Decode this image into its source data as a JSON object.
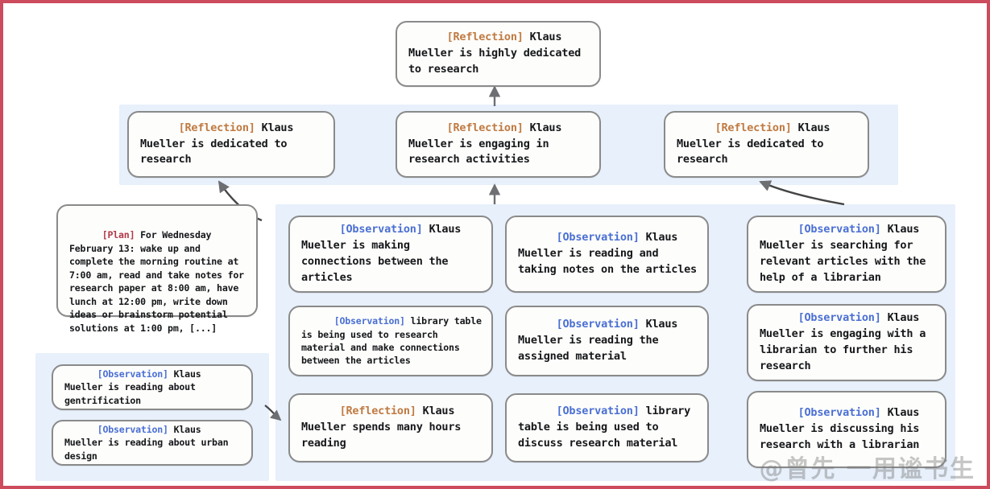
{
  "figure": {
    "border_color": "#cc4b5c",
    "panel_color": "#e7f0fb",
    "node_bg": "#fdfdfb",
    "node_border": "#8a8a8a",
    "tag_colors": {
      "reflection": "#c07a42",
      "observation": "#4a6fd4",
      "plan": "#b0384a"
    }
  },
  "watermark": {
    "text": "@曾先 一用谧书生"
  },
  "nodes": {
    "top_reflection": {
      "tag": "[Reflection]",
      "tag_type": "reflection",
      "text": " Klaus Mueller is highly dedicated to research"
    },
    "mid_reflection_left": {
      "tag": "[Reflection]",
      "tag_type": "reflection",
      "text": " Klaus Mueller is dedicated to research"
    },
    "mid_reflection_center": {
      "tag": "[Reflection]",
      "tag_type": "reflection",
      "text": " Klaus Mueller is engaging in research activities"
    },
    "mid_reflection_right": {
      "tag": "[Reflection]",
      "tag_type": "reflection",
      "text": " Klaus Mueller is dedicated to research"
    },
    "plan_box": {
      "tag": "[Plan]",
      "tag_type": "plan",
      "text": " For Wednesday February 13: wake up and complete the morning routine at 7:00 am, read and take notes for research paper at 8:00 am, have lunch at 12:00 pm, write down ideas or brainstorm potential solutions at 1:00 pm, [...]"
    },
    "obs_bottomleft_1": {
      "tag": "[Observation]",
      "tag_type": "observation",
      "text": " Klaus Mueller is reading about gentrification"
    },
    "obs_bottomleft_2": {
      "tag": "[Observation]",
      "tag_type": "observation",
      "text": " Klaus Mueller is reading about urban design"
    },
    "col1_1": {
      "tag": "[Observation]",
      "tag_type": "observation",
      "text": " Klaus Mueller is making connections between the articles"
    },
    "col1_2": {
      "tag": "[Observation]",
      "tag_type": "observation",
      "text": " library table is being used to research material and make connections between the articles"
    },
    "col1_3": {
      "tag": "[Reflection]",
      "tag_type": "reflection",
      "text": " Klaus Mueller spends many hours reading"
    },
    "col2_1": {
      "tag": "[Observation]",
      "tag_type": "observation",
      "text": " Klaus Mueller is reading and taking notes on the articles"
    },
    "col2_2": {
      "tag": "[Observation]",
      "tag_type": "observation",
      "text": " Klaus Mueller is reading the assigned material"
    },
    "col2_3": {
      "tag": "[Observation]",
      "tag_type": "observation",
      "text": " library table is being used to discuss research material"
    },
    "col3_1": {
      "tag": "[Observation]",
      "tag_type": "observation",
      "text": " Klaus Mueller is searching for relevant articles with the help of a librarian"
    },
    "col3_2": {
      "tag": "[Observation]",
      "tag_type": "observation",
      "text": " Klaus Mueller is engaging with a librarian to further his research"
    },
    "col3_3": {
      "tag": "[Observation]",
      "tag_type": "observation",
      "text": " Klaus Mueller is discussing his research with a librarian"
    }
  }
}
